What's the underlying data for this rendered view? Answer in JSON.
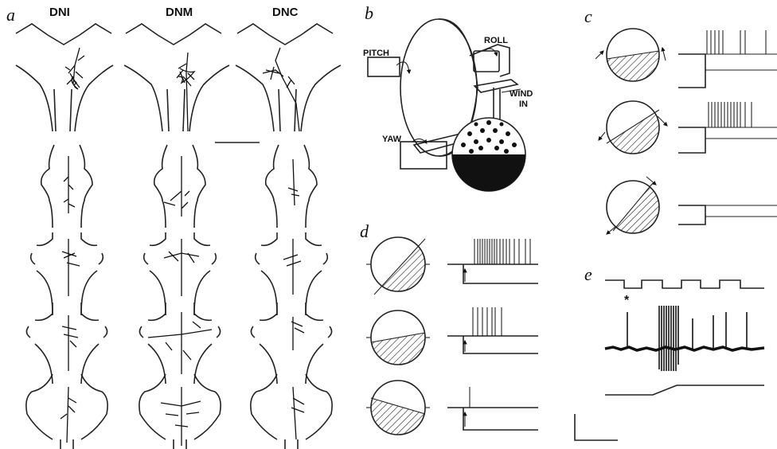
{
  "panels": {
    "a": {
      "letter": "a",
      "columns": [
        "DNI",
        "DNM",
        "DNC"
      ]
    },
    "b": {
      "letter": "b",
      "labels": {
        "pitch": "PITCH",
        "roll": "ROLL",
        "wind_line1": "WIND",
        "wind_line2": "IN",
        "yaw": "YAW"
      }
    },
    "c": {
      "letter": "c"
    },
    "d": {
      "letter": "d"
    },
    "e": {
      "letter": "e",
      "marker": "*"
    }
  }
}
